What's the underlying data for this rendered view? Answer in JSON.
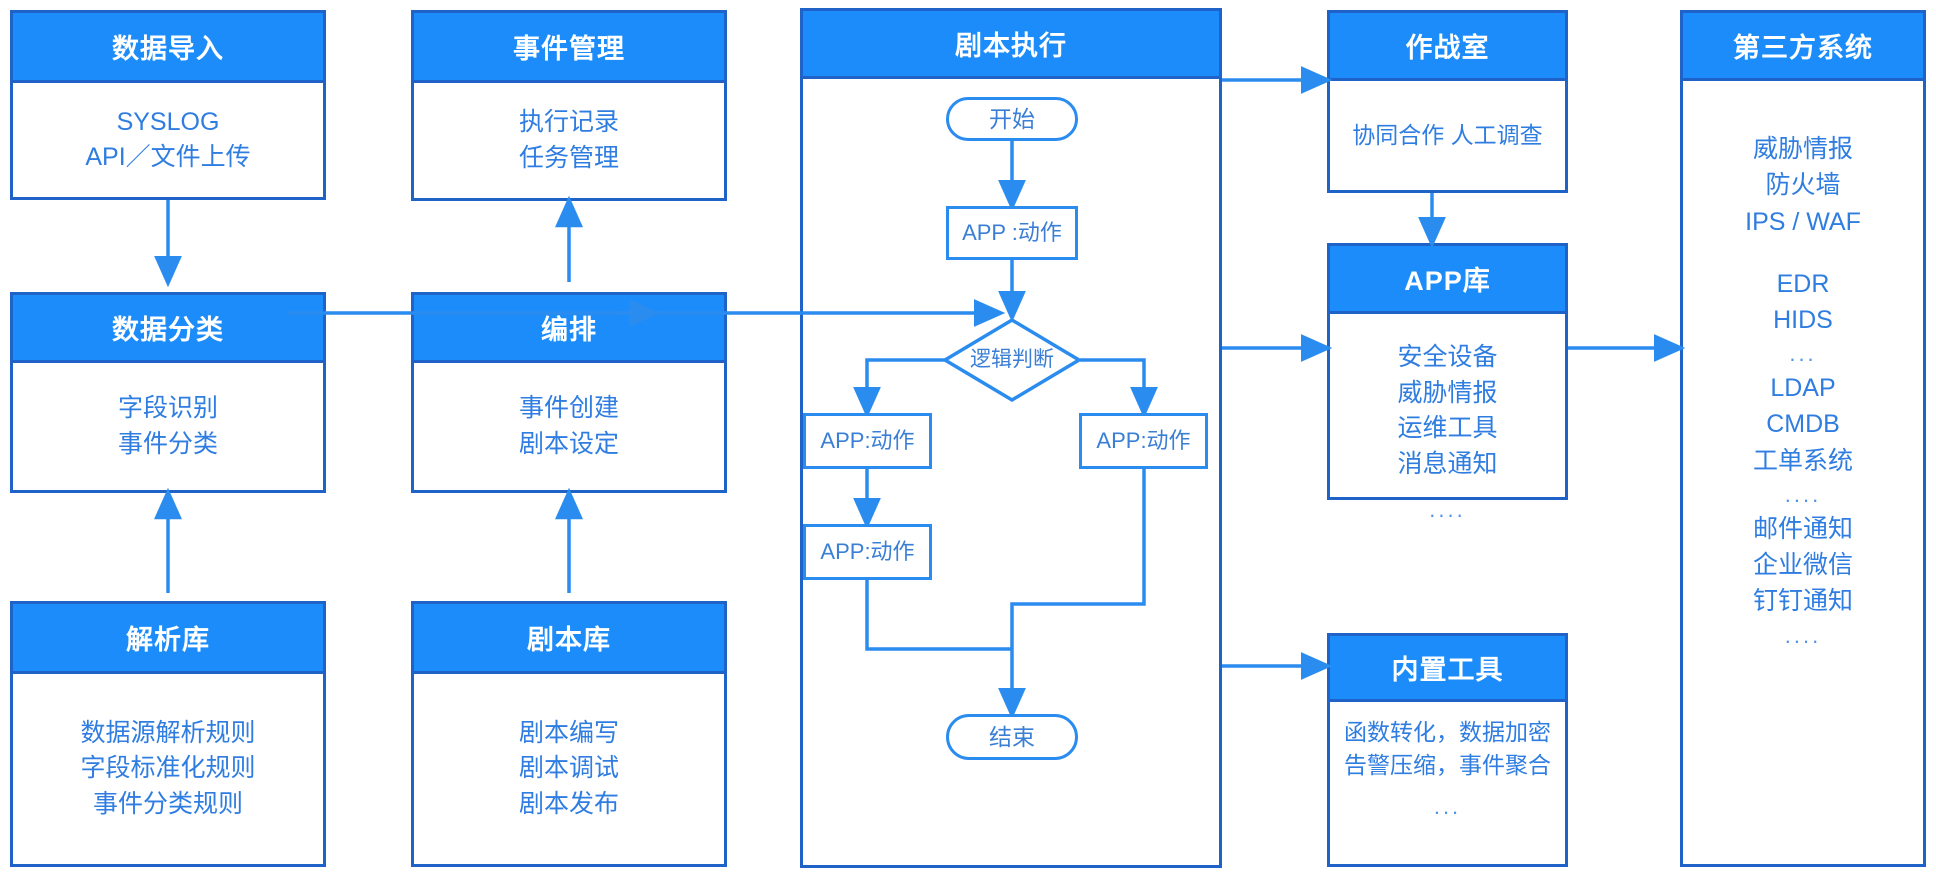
{
  "colors": {
    "header_fill": "#1b8cf9",
    "card_border": "#1f63c8",
    "flow_stroke": "#2b8cf0",
    "body_text": "#2f7de1",
    "header_text": "#ffffff",
    "background": "#ffffff"
  },
  "cards": {
    "data_import": {
      "title": "数据导入",
      "lines": [
        "SYSLOG",
        "API／文件上传"
      ]
    },
    "event_management": {
      "title": "事件管理",
      "lines": [
        "执行记录",
        "任务管理"
      ]
    },
    "playbook_execution": {
      "title": "剧本执行"
    },
    "war_room": {
      "title": "作战室",
      "lines": [
        "协同合作 人工调查"
      ]
    },
    "third_party_systems": {
      "title": "第三方系统",
      "lines": [
        "威胁情报",
        "防火墙",
        "IPS / WAF",
        "",
        "EDR",
        "HIDS",
        "...",
        "LDAP",
        "CMDB",
        "工单系统",
        "....",
        "邮件通知",
        "企业微信",
        "钉钉通知",
        "...."
      ]
    },
    "data_classification": {
      "title": "数据分类",
      "lines": [
        "字段识别",
        "事件分类"
      ]
    },
    "orchestration": {
      "title": "编排",
      "lines": [
        "事件创建",
        "剧本设定"
      ]
    },
    "app_library": {
      "title": "APP库",
      "lines": [
        "安全设备",
        "威胁情报",
        "运维工具",
        "消息通知",
        "",
        "...."
      ]
    },
    "parsing_library": {
      "title": "解析库",
      "lines": [
        "数据源解析规则",
        "字段标准化规则",
        "事件分类规则"
      ]
    },
    "playbook_library": {
      "title": "剧本库",
      "lines": [
        "剧本编写",
        "剧本调试",
        "剧本发布"
      ]
    },
    "builtin_tools": {
      "title": "内置工具",
      "lines": [
        "函数转化，数据加密",
        "告警压缩，事件聚合",
        "..."
      ]
    }
  },
  "flow": {
    "start": "开始",
    "action_1": "APP :动作",
    "decision": "逻辑判断",
    "action_branch_left": "APP:动作",
    "action_branch_right": "APP:动作",
    "action_left_second": "APP:动作",
    "end": "结束"
  }
}
